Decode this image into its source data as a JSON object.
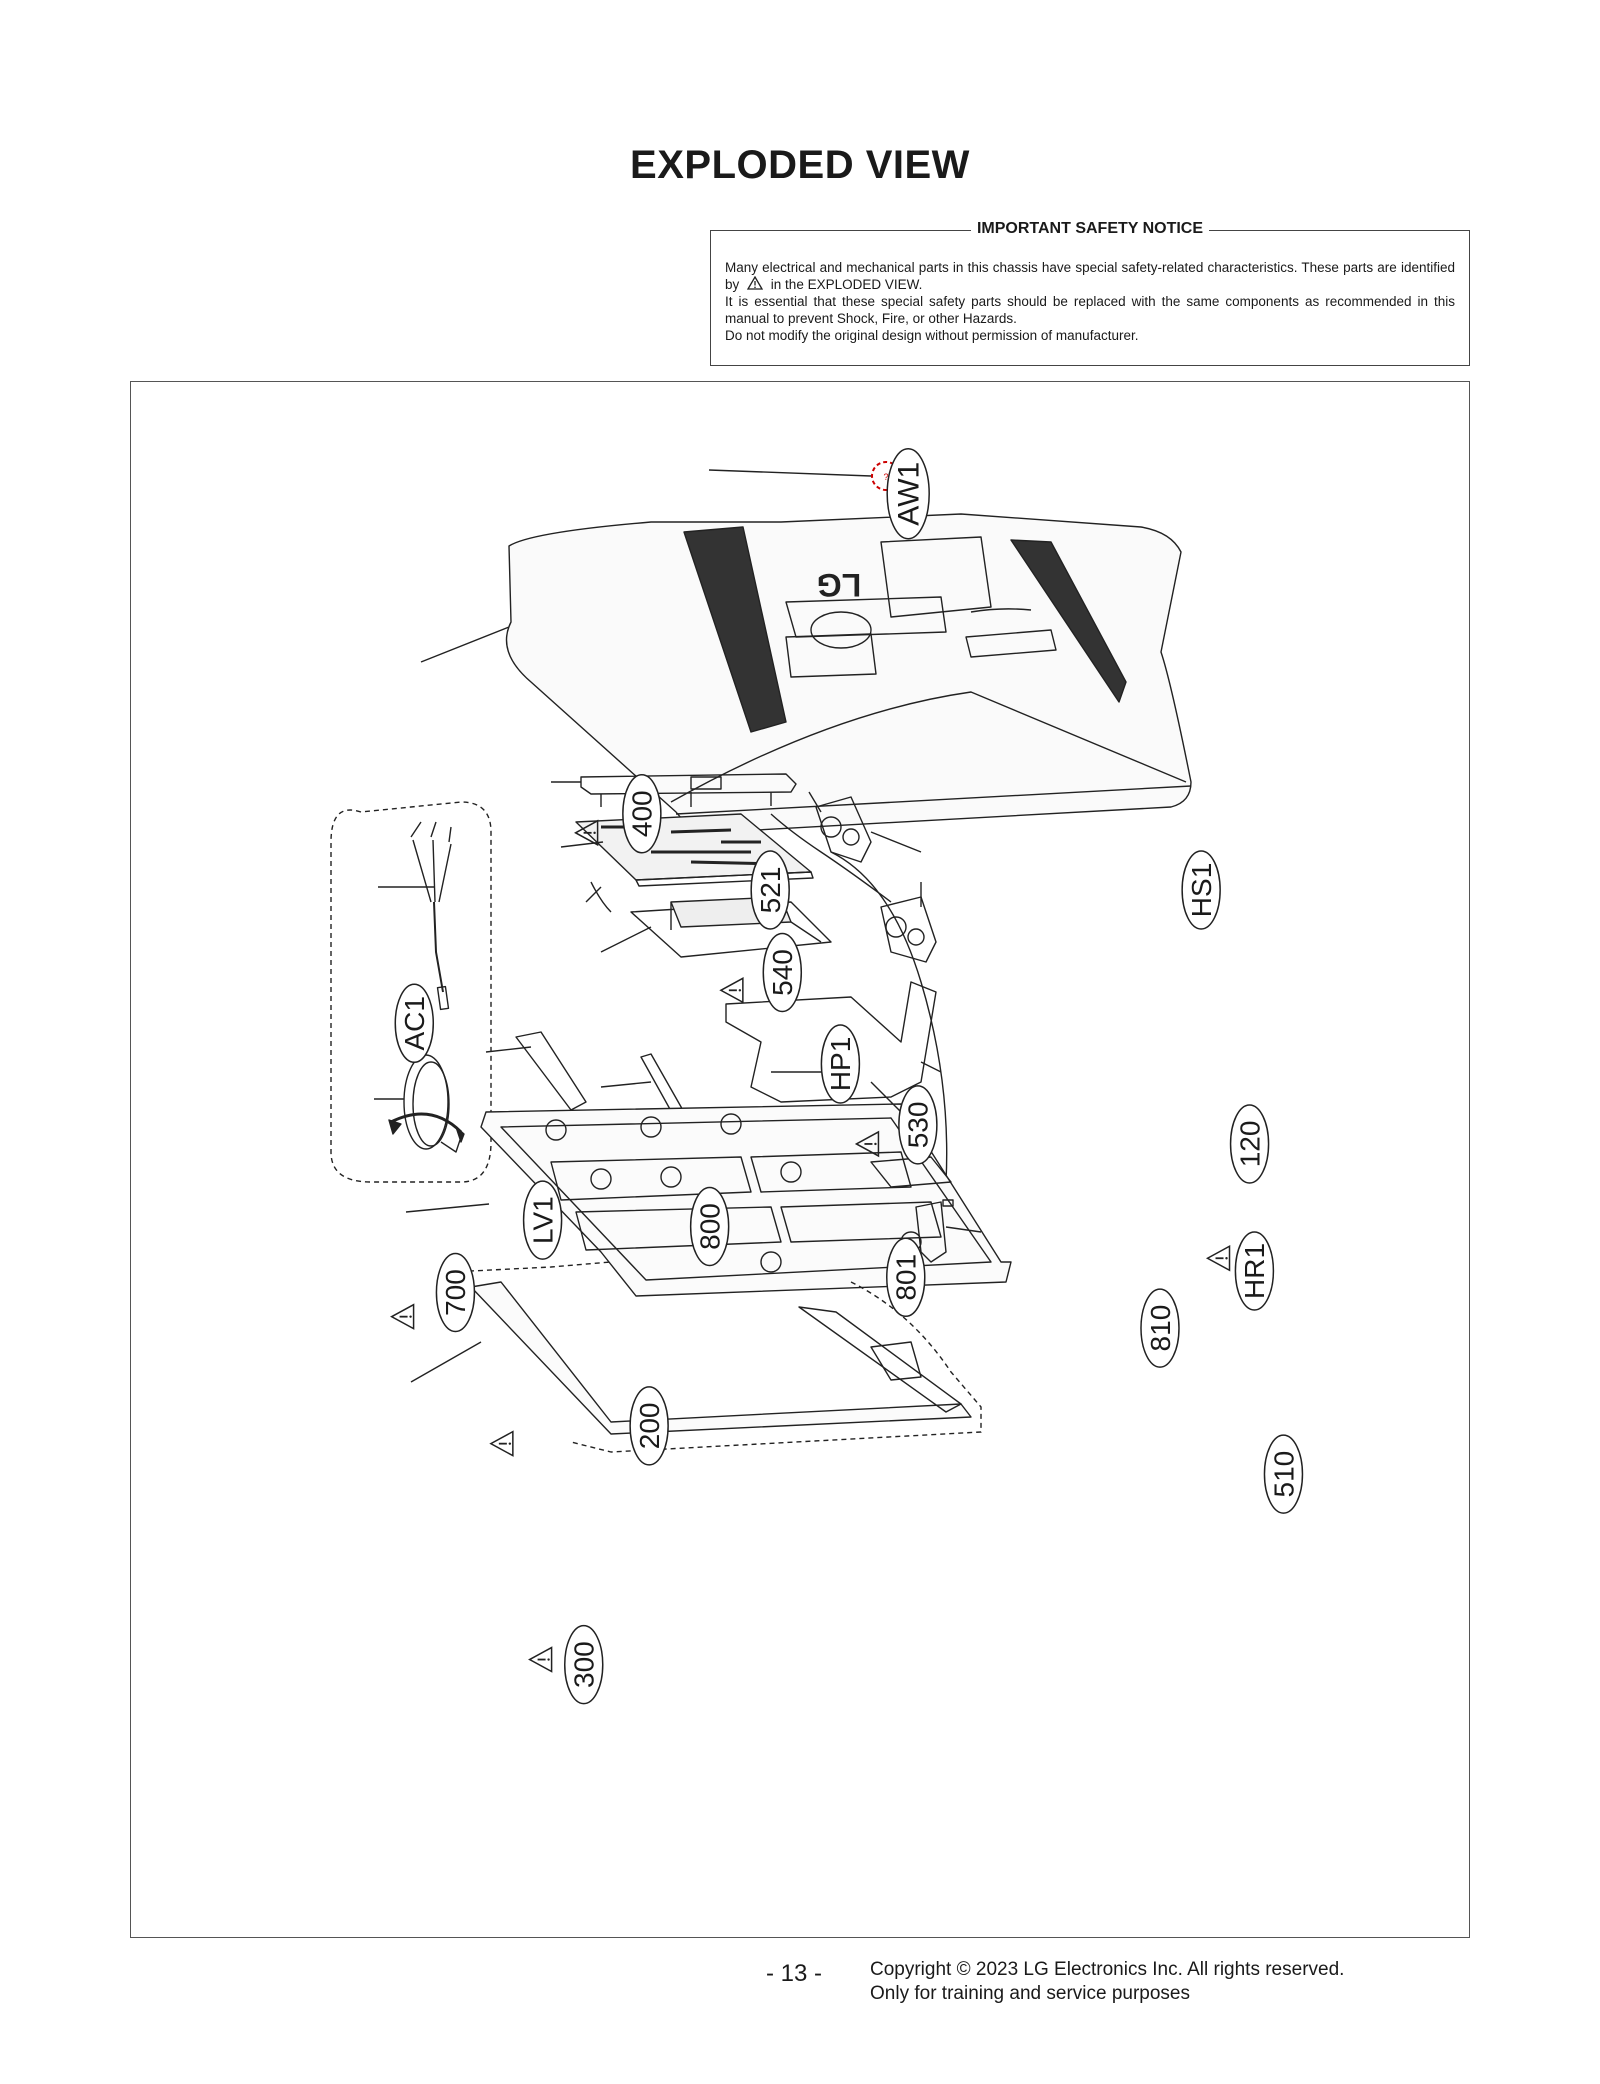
{
  "page": {
    "title": "EXPLODED VIEW",
    "page_number": "- 13 -",
    "copyright": "Copyright © 2023 LG Electronics Inc. All rights reserved.",
    "usage_note": "Only for training and service purposes"
  },
  "safety_notice": {
    "heading": "IMPORTANT SAFETY NOTICE",
    "line1_pre": "Many electrical and mechanical parts in this chassis have special safety-related characteristics. These parts are identified by",
    "line1_post": "in the EXPLODED VIEW.",
    "line2": "It is essential that these special safety parts should be replaced with the same components as recommended in this manual to prevent Shock, Fire, or other Hazards.",
    "line3": "Do not modify the original design without permission of manufacturer."
  },
  "diagram": {
    "brand_mark": "LG",
    "aw1_mark": "?",
    "callouts": [
      {
        "id": "aw1",
        "label": "AW1",
        "safety": false
      },
      {
        "id": "400",
        "label": "400",
        "safety": true
      },
      {
        "id": "ac1",
        "label": "AC1",
        "safety": false
      },
      {
        "id": "700",
        "label": "700",
        "safety": true
      },
      {
        "id": "521",
        "label": "521",
        "safety": false
      },
      {
        "id": "540",
        "label": "540",
        "safety": true
      },
      {
        "id": "hs1",
        "label": "HS1",
        "safety": false
      },
      {
        "id": "120",
        "label": "120",
        "safety": true
      },
      {
        "id": "hp1",
        "label": "HP1",
        "safety": false
      },
      {
        "id": "530",
        "label": "530",
        "safety": true
      },
      {
        "id": "lv1",
        "label": "LV1",
        "safety": false
      },
      {
        "id": "800",
        "label": "800",
        "safety": false
      },
      {
        "id": "801",
        "label": "801",
        "safety": false
      },
      {
        "id": "hr1",
        "label": "HR1",
        "safety": false
      },
      {
        "id": "810",
        "label": "810",
        "safety": false
      },
      {
        "id": "200",
        "label": "200",
        "safety": true
      },
      {
        "id": "510",
        "label": "510",
        "safety": false
      },
      {
        "id": "300",
        "label": "300",
        "safety": true
      }
    ]
  }
}
